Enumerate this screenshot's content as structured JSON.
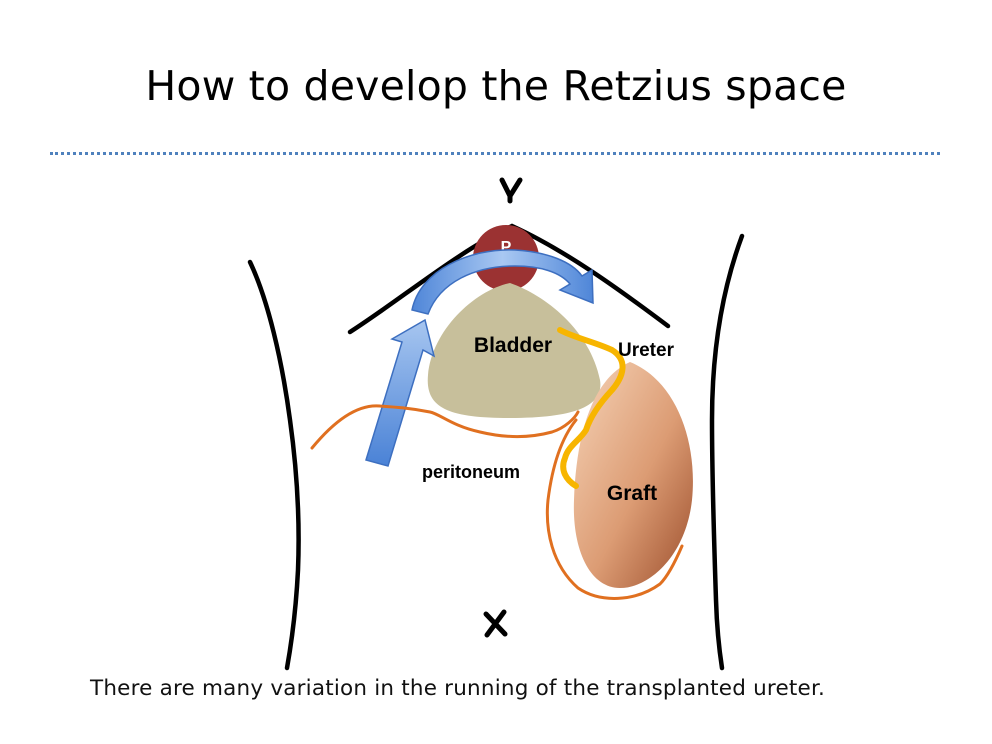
{
  "title": "How to develop the Retzius space",
  "caption": "There are many variation in the running of the transplanted ureter.",
  "labels": {
    "bladder": "Bladder",
    "ureter": "Ureter",
    "peritoneum": "peritoneum",
    "graft": "Graft",
    "navel_mark": "P"
  },
  "colors": {
    "divider": "#4f81bd",
    "bladder": "#c7bf9b",
    "pubis": "#9b3232",
    "graft_light": "#f3c9a8",
    "graft_dark": "#a85a35",
    "ureter": "#f7b500",
    "peritoneum": "#e07020",
    "arrow": "#6e9fe0",
    "body_outline": "#000000"
  }
}
